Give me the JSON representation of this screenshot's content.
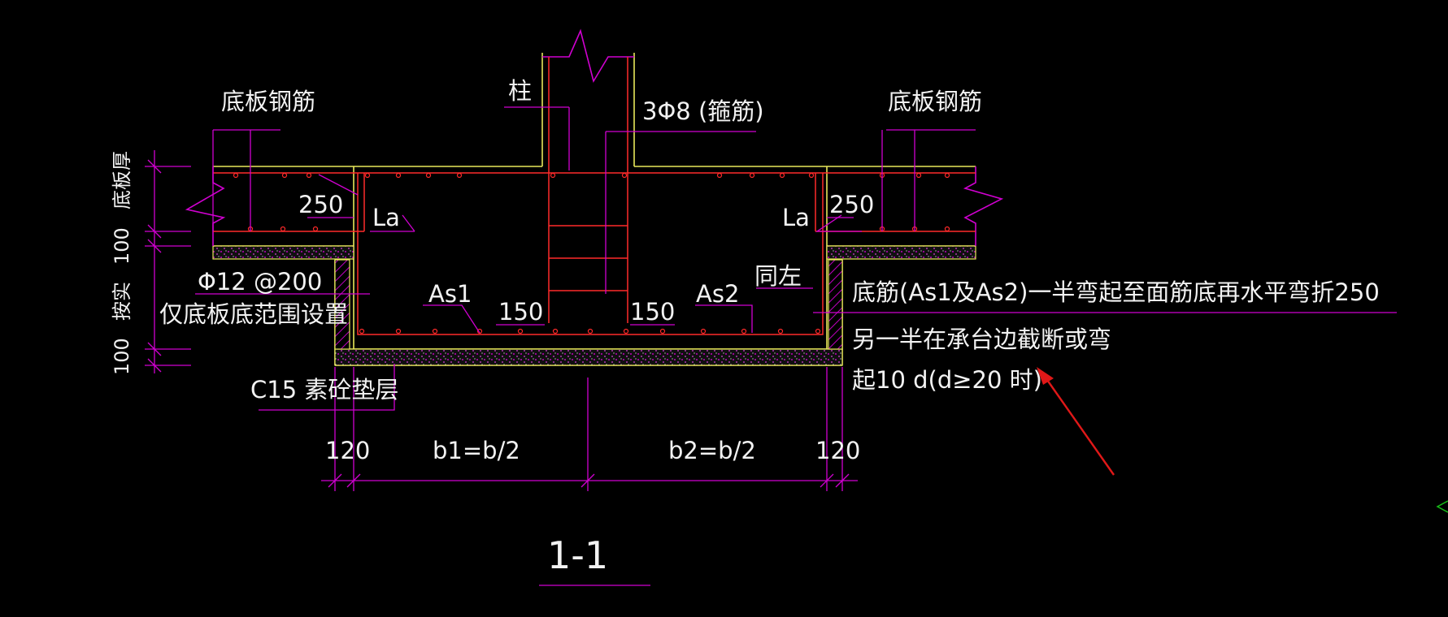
{
  "drawing": {
    "section_title": "1-1",
    "labels": {
      "column": "柱",
      "stirrups": "3Φ8 (箍筋)",
      "slab_rebar_left": "底板钢筋",
      "slab_rebar_right": "底板钢筋",
      "slab_thickness": "底板厚",
      "dim_100_top": "100",
      "dim_100_bottom": "100",
      "dim_cap_depth": "按实",
      "dim_250_left": "250",
      "dim_250_right": "250",
      "la_left": "La",
      "la_right": "La",
      "rebar_phi12": "Φ12 @200",
      "rebar_phi12_note": "仅底板底范围设置",
      "as1": "As1",
      "as2": "As2",
      "same_left": "同左",
      "dim_150_left": "150",
      "dim_150_right": "150",
      "cushion": "C15 素砼垫层",
      "dim_120_left": "120",
      "dim_120_right": "120",
      "b1": "b1=b/2",
      "b2": "b2=b/2"
    },
    "note": {
      "line1": "底筋(As1及As2)一半弯起至面筋底再水平弯折250",
      "line2": "另一半在承台边截断或弯",
      "line3": "起10 d(d≥20 时)"
    },
    "colors": {
      "background": "#000000",
      "concrete_outline": "#e8e85a",
      "rebar": "#ff2a2a",
      "dimension": "#d000d0",
      "text": "#f2f2f2",
      "cushion_dots": "#d000d0",
      "arrow": "#e01818",
      "cursor": "#18c018"
    }
  }
}
